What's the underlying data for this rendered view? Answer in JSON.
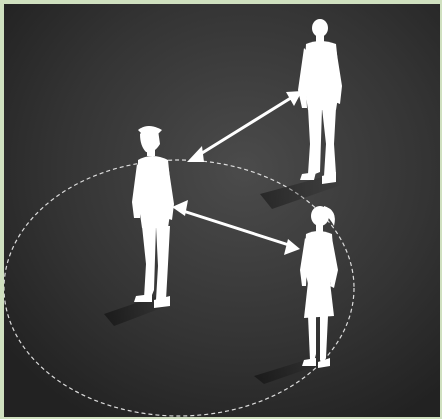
{
  "scene": {
    "description_visible_text": "",
    "colors": {
      "border": "#cfe0bf",
      "background": "#3a3a3a",
      "figure": "#ffffff",
      "circle": "#e0e0e0"
    },
    "figures": [
      {
        "name": "standing-man-back"
      },
      {
        "name": "standing-man-front"
      },
      {
        "name": "standing-woman"
      }
    ],
    "arrows": [
      {
        "name": "arrow-man-front-to-man-back"
      },
      {
        "name": "arrow-man-front-to-woman"
      }
    ]
  }
}
